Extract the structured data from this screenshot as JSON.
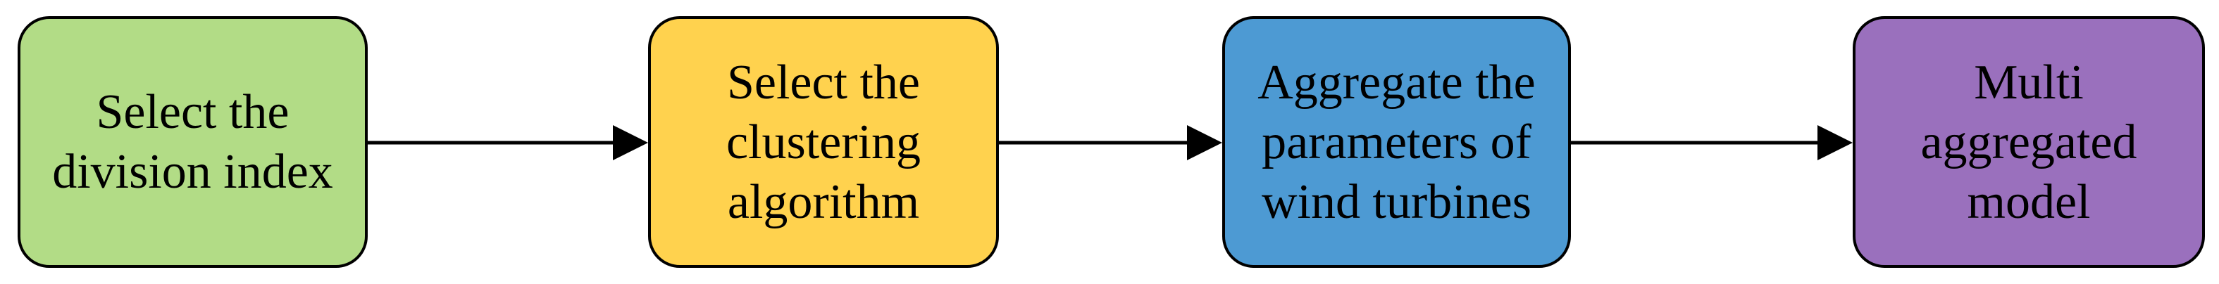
{
  "diagram": {
    "type": "flowchart",
    "background_color": "#FFFFFF",
    "outline_color": "#000000",
    "text_color": "#000000",
    "arrow_color": "#000000",
    "nodes": [
      {
        "id": "select-division-index",
        "label": "Select the\ndivision index",
        "fill": "#B2DC86"
      },
      {
        "id": "select-clustering-algorithm",
        "label": "Select the\nclustering\nalgorithm",
        "fill": "#FFD24E"
      },
      {
        "id": "aggregate-turbine-parameters",
        "label": "Aggregate the\nparameters of\nwind turbines",
        "fill": "#4D9AD3"
      },
      {
        "id": "multi-aggregated-model",
        "label": "Multi\naggregated\nmodel",
        "fill": "#9A70BD"
      }
    ],
    "connectors": [
      {
        "from": "select-division-index",
        "to": "select-clustering-algorithm"
      },
      {
        "from": "select-clustering-algorithm",
        "to": "aggregate-turbine-parameters"
      },
      {
        "from": "aggregate-turbine-parameters",
        "to": "multi-aggregated-model"
      }
    ]
  }
}
